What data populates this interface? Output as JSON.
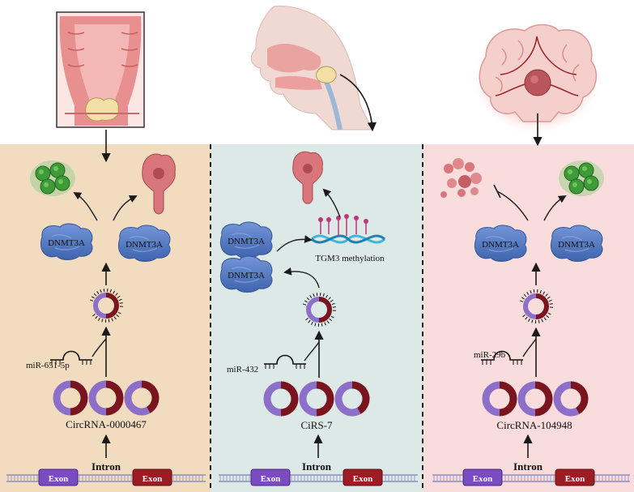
{
  "panels": [
    {
      "id": "colorectal",
      "circrna_label": "CircRNA-0000467",
      "mirna_label": "miR-651-5p",
      "dnmt_labels": [
        "DNMT3A",
        "DNMT3A"
      ],
      "intron_label": "Intron",
      "exon_labels": [
        "Exon",
        "Exon"
      ]
    },
    {
      "id": "nasopharyngeal",
      "circrna_label": "CiRS-7",
      "mirna_label": "miR-432",
      "dnmt_labels": [
        "DNMT3A",
        "DNMT3A"
      ],
      "methylation_label": "TGM3 methylation",
      "intron_label": "Intron",
      "exon_labels": [
        "Exon",
        "Exon"
      ]
    },
    {
      "id": "glioma",
      "circrna_label": "CircRNA-104948",
      "mirna_label": "miR-29b",
      "dnmt_labels": [
        "DNMT3A",
        "DNMT3A"
      ],
      "intron_label": "Intron",
      "exon_labels": [
        "Exon",
        "Exon"
      ]
    }
  ],
  "colors": {
    "panel1_bg": "#f1dcc0",
    "panel2_bg": "#dde9e6",
    "panel3_bg": "#f9dcdc",
    "circ_purple": "#8b6fc9",
    "circ_maroon": "#7a1520",
    "exon_purple": "#7b4bc0",
    "exon_red": "#9b1c22",
    "dnmt_blue": "#5a7fc6",
    "cell_green": "#3f9a3a",
    "cell_pink": "#d9767c",
    "dna_line": "#8a8fc8",
    "dna_cyan": "#3fb6d9",
    "dna_magenta": "#c0357a"
  },
  "icons": [
    "colon-tumor-icon",
    "nasopharynx-head-icon",
    "brain-tumor-icon",
    "proliferating-cells-icon",
    "migrating-cell-icon",
    "apoptotic-cells-icon",
    "dnmt3a-protein-icon",
    "circrna-ring-icon",
    "mirna-hairpin-icon",
    "methylated-dna-icon"
  ]
}
